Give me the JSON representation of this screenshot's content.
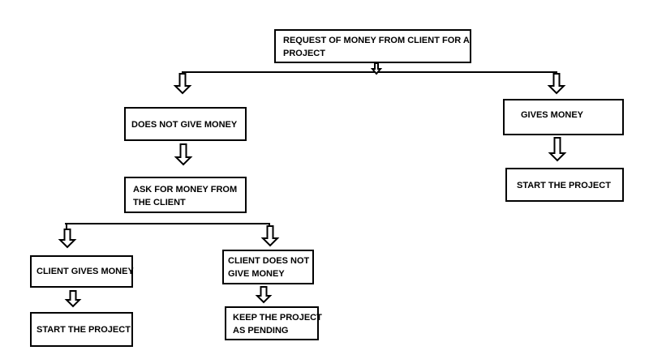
{
  "nodes": {
    "request": {
      "line1": "REQUEST OF MONEY FROM CLIENT FOR A",
      "line2": "PROJECT"
    },
    "does_not_give": {
      "line1": "DOES NOT GIVE MONEY"
    },
    "gives_money": {
      "line1": "GIVES MONEY"
    },
    "ask_again": {
      "line1": "ASK FOR MONEY FROM",
      "line2": "THE CLIENT"
    },
    "start_project_right": {
      "line1": "START THE PROJECT"
    },
    "client_gives": {
      "line1": "CLIENT GIVES MONEY"
    },
    "client_does_not_give": {
      "line1": "CLIENT DOES NOT",
      "line2": "GIVE MONEY"
    },
    "start_project_left": {
      "line1": "START THE PROJECT"
    },
    "keep_pending": {
      "line1": "KEEP THE PROJECT",
      "line2": "AS PENDING"
    }
  },
  "colors": {
    "stroke": "#000000",
    "background": "#ffffff"
  }
}
